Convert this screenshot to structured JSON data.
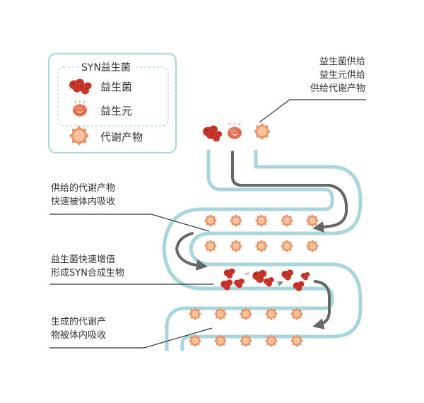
{
  "legend": {
    "title": "SYN益生菌",
    "items": [
      {
        "label": "益生菌",
        "icon": "probiotic-bacteria-icon"
      },
      {
        "label": "益生元",
        "icon": "prebiotic-icon"
      },
      {
        "label": "代谢产物",
        "icon": "metabolite-icon"
      }
    ]
  },
  "annotations": {
    "supply": [
      "益生菌供给",
      "益生元供给",
      "供给代谢产物"
    ],
    "absorb1": [
      "供给的代谢产物",
      "快速被体内吸收"
    ],
    "proliferate": [
      "益生菌快速增值",
      "形成SYN合成生物"
    ],
    "absorb2": [
      "生成的代谢产",
      "物被体内吸收"
    ]
  },
  "colors": {
    "intestine": "#a9d6dc",
    "flow_arrow": "#666666",
    "bacteria": "#c8362b",
    "prebiotic": "#e56a4e",
    "metabolite": "#e8956a",
    "legend_border": "#a9d6dc",
    "leader_line": "#2f3b44"
  }
}
